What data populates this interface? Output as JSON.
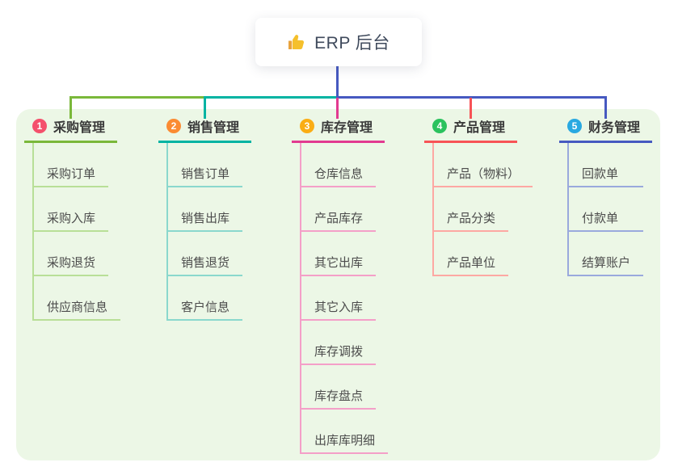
{
  "root": {
    "label": "ERP 后台",
    "icon": "thumbs-up-icon",
    "connector_color": "#4659c0"
  },
  "panel": {
    "background": "#ecf7e6"
  },
  "branches": [
    {
      "index": "1",
      "label": "采购管理",
      "badge_color": "#f4506c",
      "line_color": "#7ab83a",
      "child_line_color": "#b8df97",
      "children": [
        "采购订单",
        "采购入库",
        "采购退货",
        "供应商信息"
      ]
    },
    {
      "index": "2",
      "label": "销售管理",
      "badge_color": "#fb8b32",
      "line_color": "#00b3a2",
      "child_line_color": "#8ad8cd",
      "children": [
        "销售订单",
        "销售出库",
        "销售退货",
        "客户信息"
      ]
    },
    {
      "index": "3",
      "label": "库存管理",
      "badge_color": "#faad14",
      "line_color": "#e23a90",
      "child_line_color": "#f49fc8",
      "children": [
        "仓库信息",
        "产品库存",
        "其它出库",
        "其它入库",
        "库存调拨",
        "库存盘点",
        "出库库明细"
      ]
    },
    {
      "index": "4",
      "label": "产品管理",
      "badge_color": "#2bc25e",
      "line_color": "#f75356",
      "child_line_color": "#fda8a3",
      "children": [
        "产品（物料）",
        "产品分类",
        "产品单位"
      ]
    },
    {
      "index": "5",
      "label": "财务管理",
      "badge_color": "#29a9e1",
      "line_color": "#4659c0",
      "child_line_color": "#9aa9dd",
      "children": [
        "回款单",
        "付款单",
        "结算账户"
      ]
    }
  ]
}
